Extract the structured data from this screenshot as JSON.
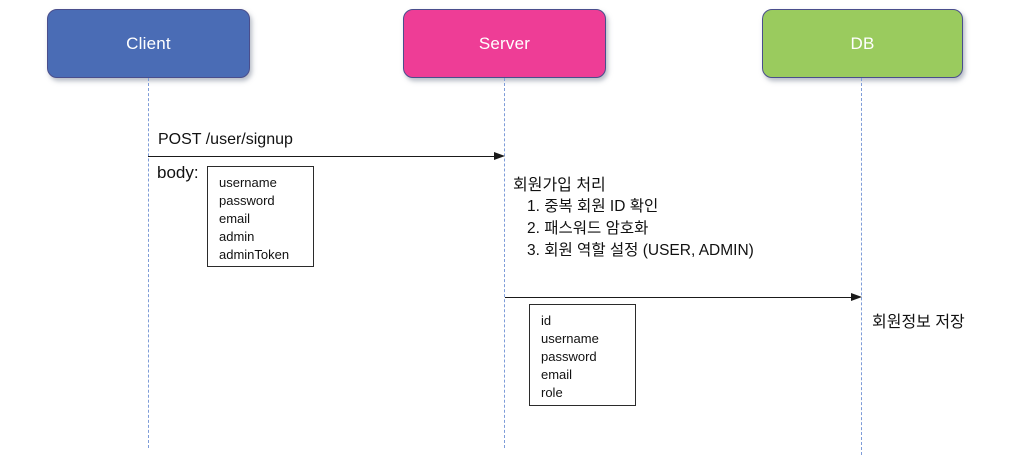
{
  "diagram": {
    "type": "sequence-diagram",
    "actors": [
      {
        "id": "client",
        "label": "Client",
        "fill": "#4a6cb5",
        "border": "#3f55a3"
      },
      {
        "id": "server",
        "label": "Server",
        "fill": "#ee3d96",
        "border": "#4a4e8c"
      },
      {
        "id": "db",
        "label": "DB",
        "fill": "#9acb5e",
        "border": "#6b7f9e"
      }
    ],
    "messages": [
      {
        "from": "Client",
        "to": "Server",
        "label": "POST /user/signup"
      },
      {
        "from": "Server",
        "to": "DB",
        "label": ""
      }
    ],
    "request": {
      "body_label": "body:",
      "fields": [
        "username",
        "password",
        "email",
        "admin",
        "adminToken"
      ]
    },
    "server_note": {
      "title": "회원가입 처리",
      "steps": [
        "1. 중복 회원 ID 확인",
        "2. 패스워드 암호화",
        "3. 회원 역할 설정 (USER, ADMIN)"
      ]
    },
    "db_record": {
      "fields": [
        "id",
        "username",
        "password",
        "email",
        "role"
      ]
    },
    "db_note": "회원정보 저장",
    "colors": {
      "lifeline": "#7e9cd8",
      "arrow": "#1a1a1a",
      "background": "#ffffff"
    }
  }
}
